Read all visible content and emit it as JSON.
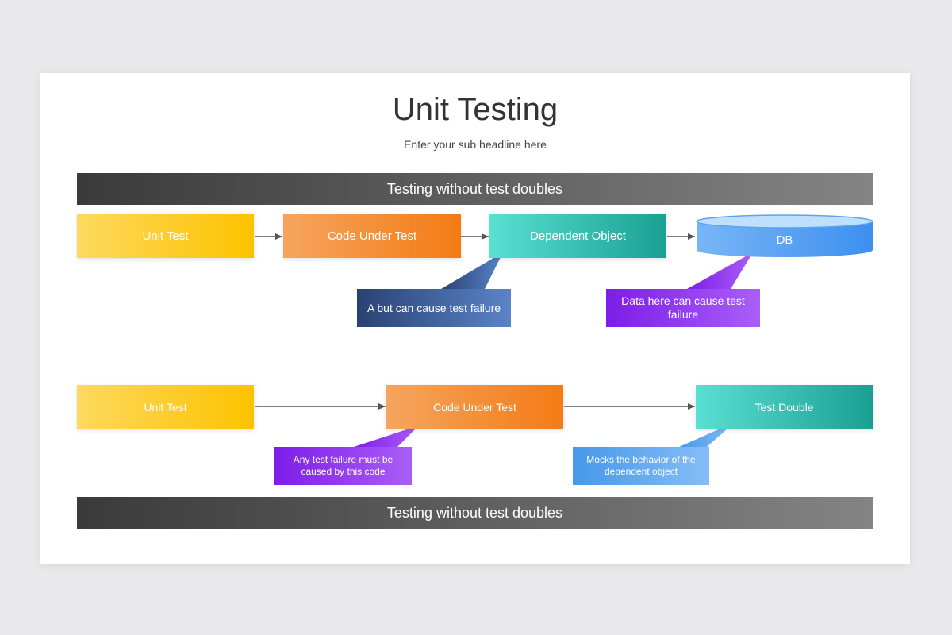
{
  "header": {
    "title": "Unit Testing",
    "subtitle": "Enter your sub headline here"
  },
  "section_top": {
    "banner": "Testing without test doubles",
    "nodes": [
      "Unit Test",
      "Code Under Test",
      "Dependent Object",
      "DB"
    ],
    "callouts": [
      "A but can cause test failure",
      "Data here can cause test failure"
    ]
  },
  "section_bottom": {
    "banner": "Testing without test doubles",
    "nodes": [
      "Unit Test",
      "Code Under Test",
      "Test Double"
    ],
    "callouts": [
      "Any test failure must be caused by this code",
      "Mocks the behavior of the dependent object"
    ]
  },
  "colors": {
    "yellow": "#fdc200",
    "orange": "#f47b14",
    "teal": "#1aa093",
    "db_blue": "#4a9bf2",
    "navy": "#2a4273",
    "purple": "#7d1de8",
    "light_blue": "#4698ea",
    "banner": "#3a3a3a"
  }
}
